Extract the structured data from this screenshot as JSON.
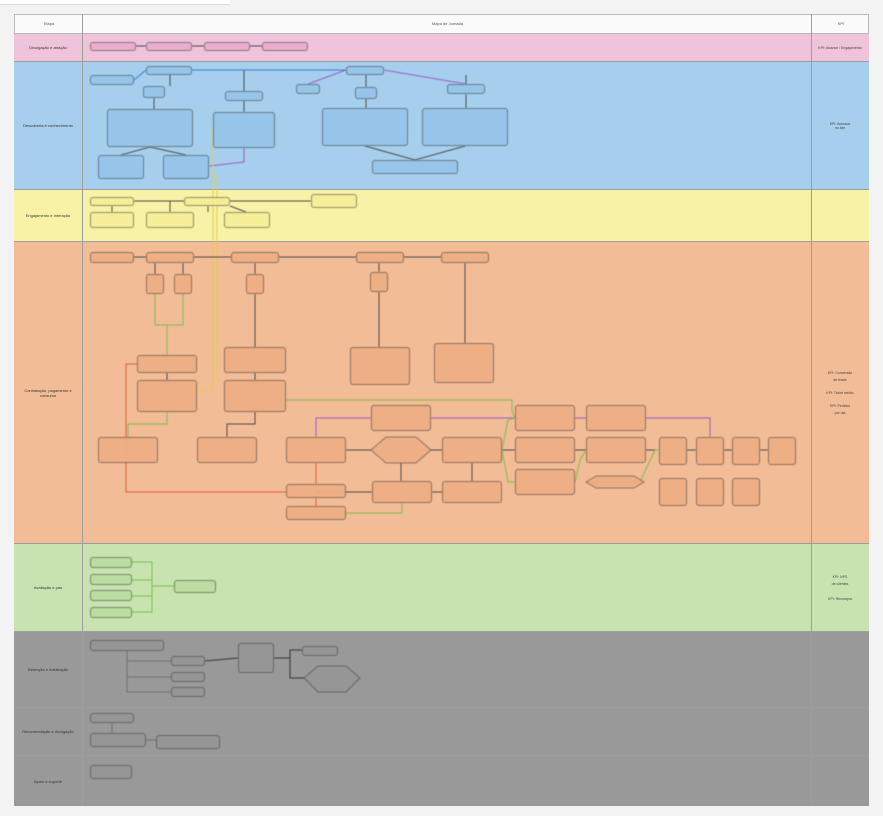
{
  "header": {
    "col1": "Etapa",
    "col2": "Mapa de Jornada",
    "col3": "KPI"
  },
  "colors": {
    "pink": "#efc3d9",
    "blue": "#a6cfee",
    "yellow": "#f8f2a6",
    "orange": "#f2bc97",
    "green": "#c8e3b0",
    "gray": "#999999",
    "line_dark": "#4a4a4a",
    "line_green": "#7bbf4a",
    "line_purple": "#9a5bc8",
    "line_red": "#e0573a",
    "line_yellow": "#e2cf4a"
  },
  "lanes": [
    {
      "label": "Divulgação e atração",
      "note": [
        "KPI: Alcance / Engajamento"
      ]
    },
    {
      "label": "Descoberta e conhecimento",
      "note": [
        "KPI: Acessos",
        "no site"
      ]
    },
    {
      "label": "Engajamento e interação",
      "note": []
    },
    {
      "label": "Contratação, pagamento e consumo",
      "note": [
        "KPI: Conversão",
        "de leads",
        "KPI: Ticket médio",
        "KPI: Pedidos",
        "por dia"
      ]
    },
    {
      "label": "Avaliação e pós",
      "note": [
        "KPI: NPS",
        "de clientes",
        "KPI: Recompra"
      ]
    },
    {
      "label": "Retenção e fidelização",
      "note": []
    },
    {
      "label": "Recomendação e divulgação",
      "note": []
    },
    {
      "label": "Apoio e suporte",
      "note": []
    }
  ]
}
